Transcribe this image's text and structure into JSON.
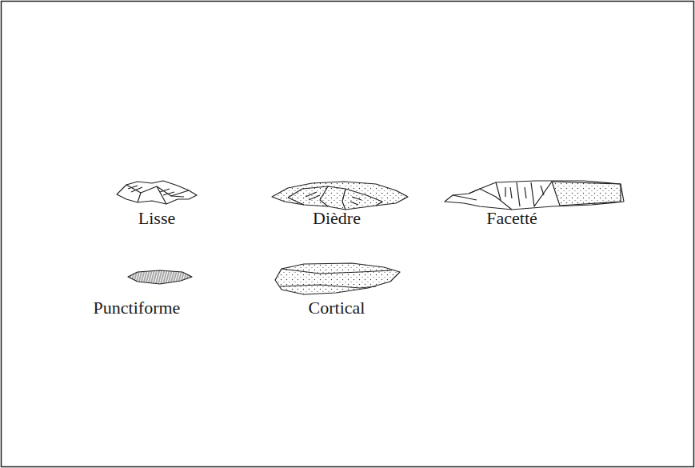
{
  "diagram": {
    "labels": [
      "Lisse",
      "Dièdre",
      "Facetté",
      "Punctiforme",
      "Cortical"
    ]
  }
}
